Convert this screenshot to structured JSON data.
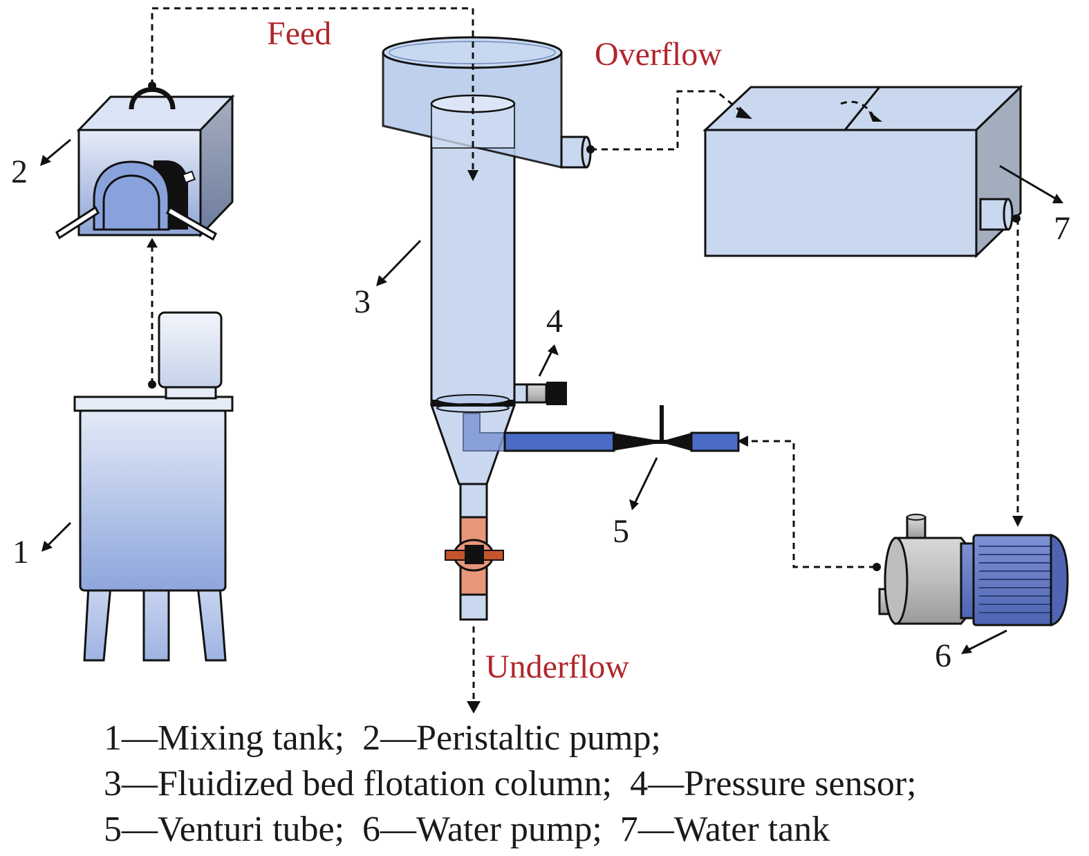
{
  "flow_labels": {
    "feed": "Feed",
    "overflow": "Overflow",
    "underflow": "Underflow"
  },
  "component_numbers": {
    "mixing_tank": "1",
    "peristaltic_pump": "2",
    "flotation_column": "3",
    "pressure_sensor": "4",
    "venturi_tube": "5",
    "water_pump": "6",
    "water_tank": "7"
  },
  "legend": {
    "line1": "1—Mixing tank;  2—Peristaltic pump;",
    "line2": "3—Fluidized bed flotation column;  4—Pressure sensor;",
    "line3": "5—Venturi tube;  6—Water pump;  7—Water tank"
  },
  "colors": {
    "flow_label": "#b1262c",
    "equipment_fill": "#c9d8ee",
    "venturi_pipe": "#4a6cc4",
    "valve": "#e8967a",
    "motor": "#6b80c8"
  }
}
